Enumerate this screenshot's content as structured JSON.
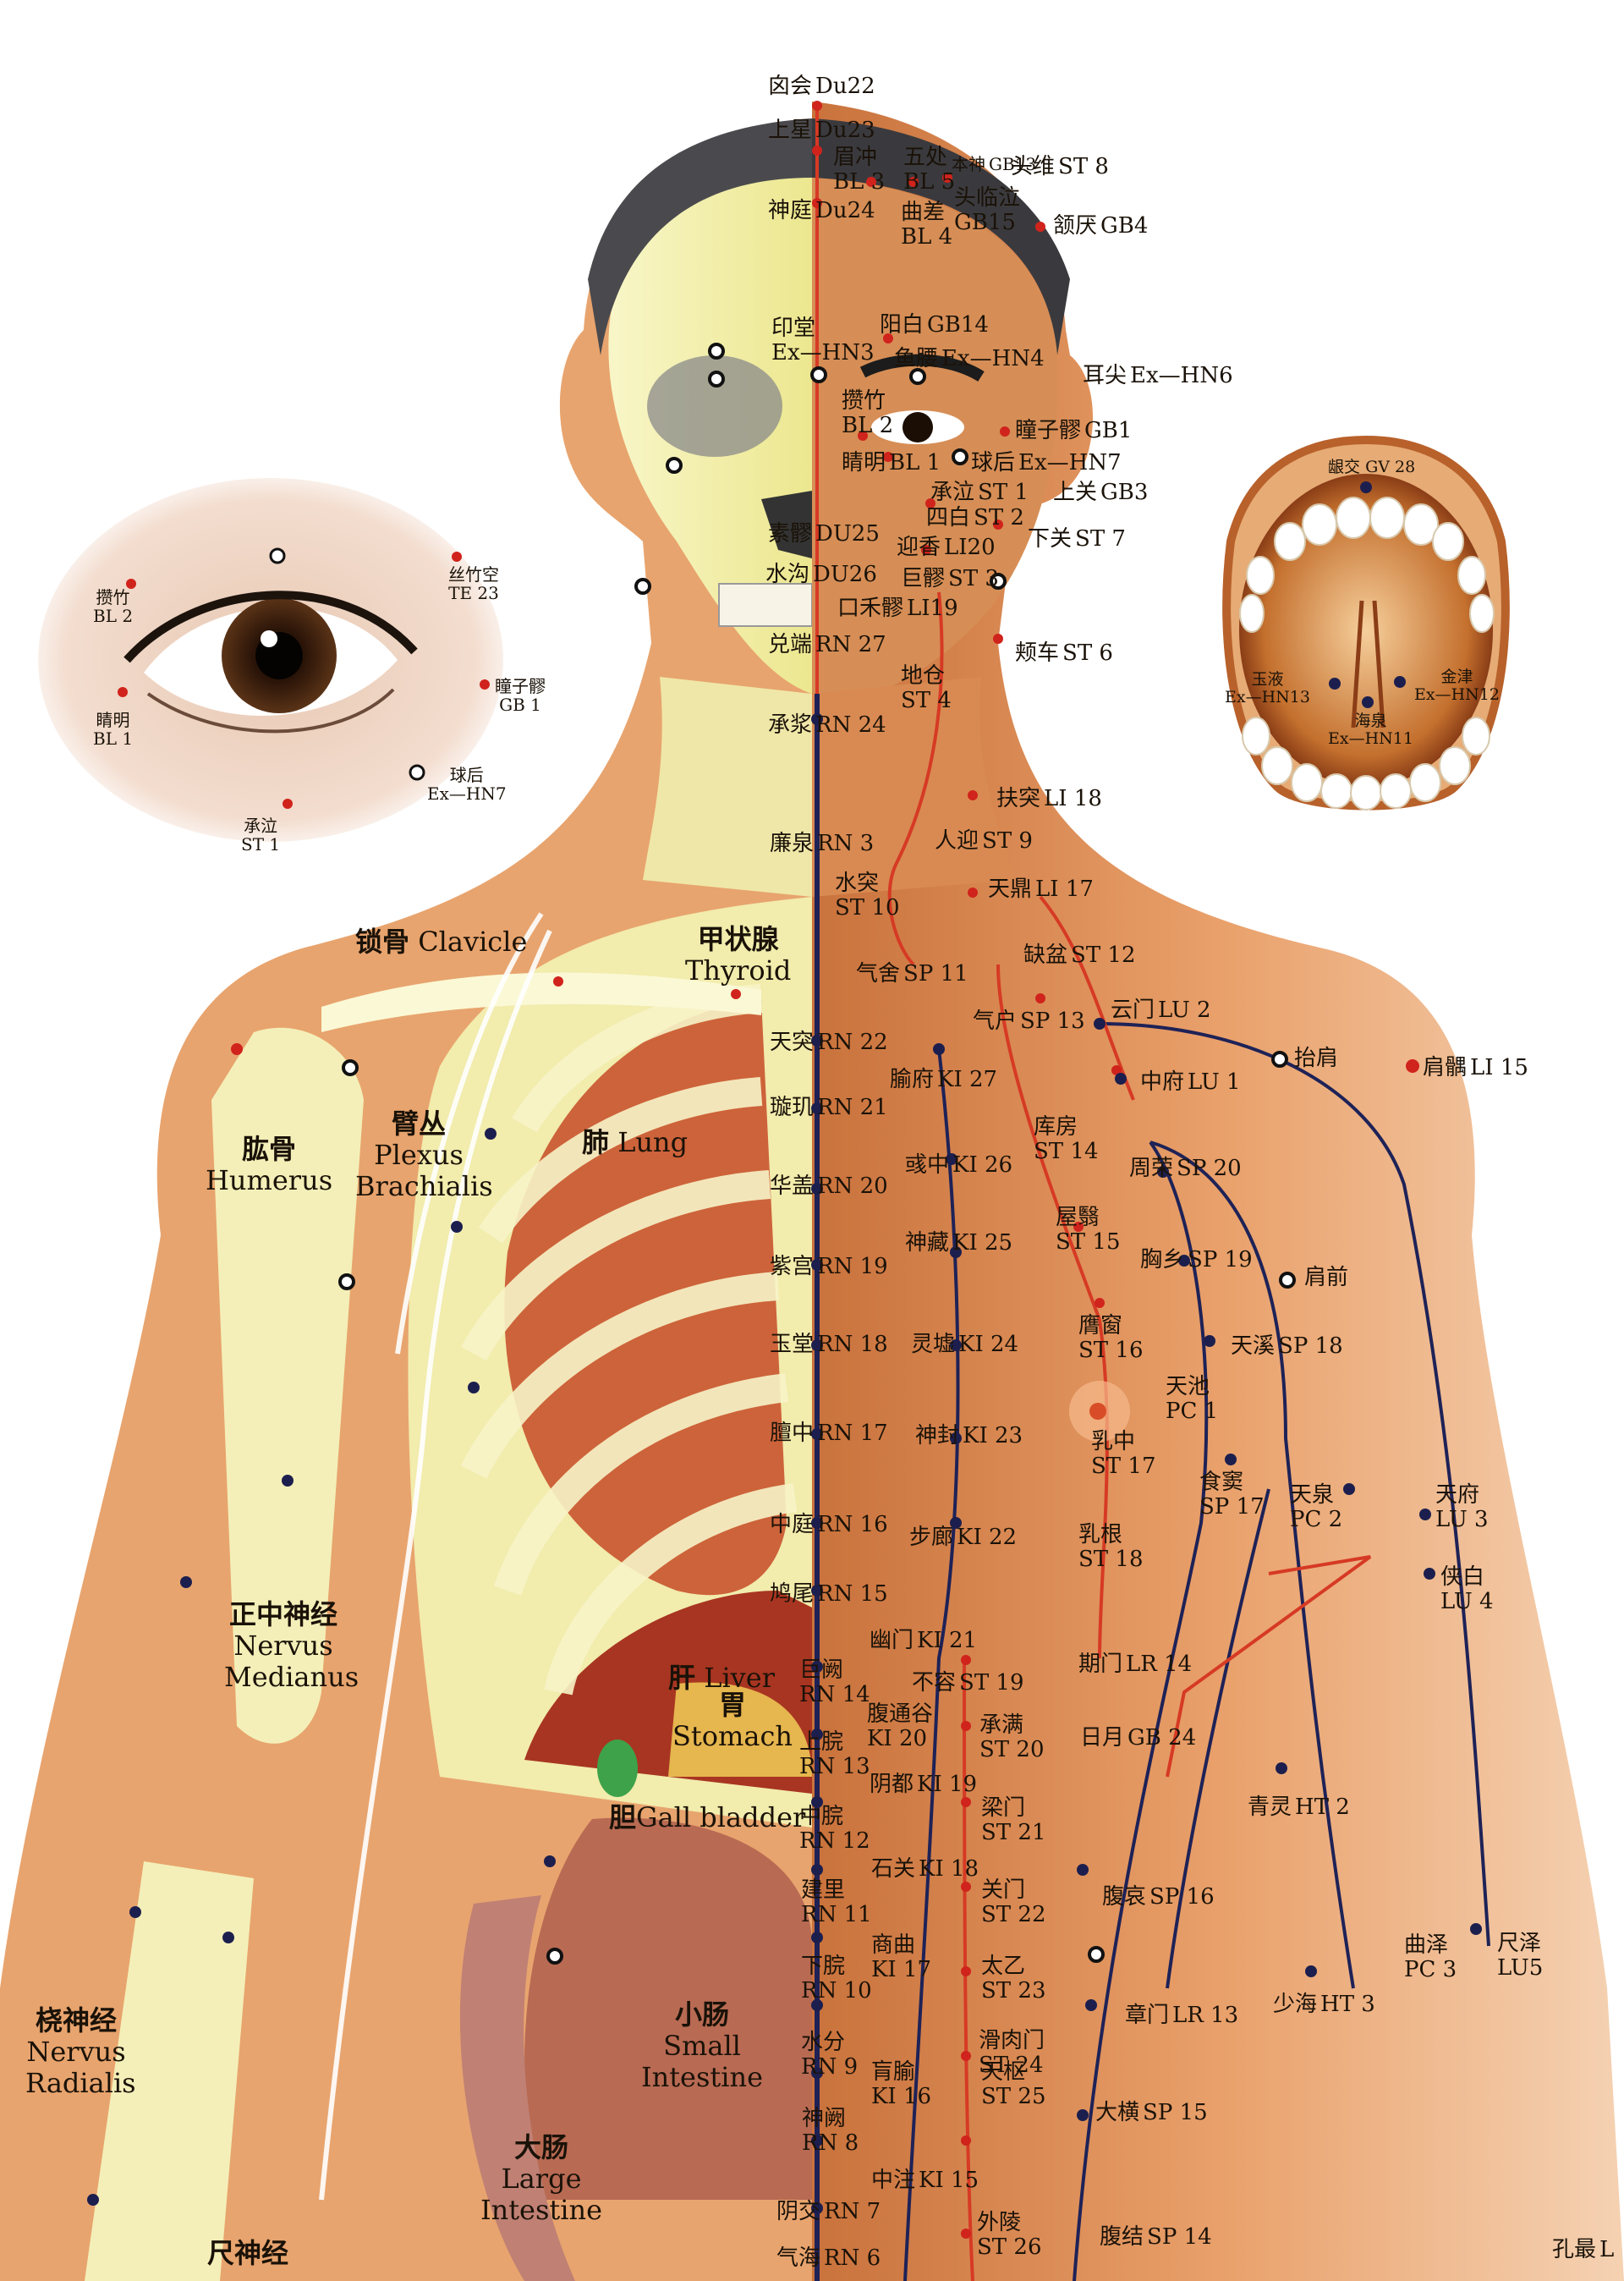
{
  "colors": {
    "skin_dark": "#d4834e",
    "skin_light": "#f2c59f",
    "bone": "#f3efb0",
    "muscle_red": "#c24a2b",
    "point_red": "#d0231c",
    "point_navy": "#1c1f4e",
    "meridian_red": "#d63a24",
    "meridian_navy": "#1e2257",
    "hair": "#3a3a3e",
    "mouth_frame": "#b8612b",
    "background": "#ffffff"
  },
  "head_points": [
    {
      "zh": "囟会",
      "code": "Du22"
    },
    {
      "zh": "上星",
      "code": "Du23"
    },
    {
      "zh": "神庭",
      "code": "Du24"
    },
    {
      "zh": "眉冲",
      "code": "BL 3"
    },
    {
      "zh": "五处",
      "code": "BL 5"
    },
    {
      "zh": "本神",
      "code": "GB13"
    },
    {
      "zh": "头维",
      "code": "ST 8"
    },
    {
      "zh": "曲差",
      "code": "BL 4"
    },
    {
      "zh": "头临泣",
      "code": "GB15"
    },
    {
      "zh": "颔厌",
      "code": "GB4"
    },
    {
      "zh": "阳白",
      "code": "GB14"
    },
    {
      "zh": "印堂",
      "code": "Ex—HN3"
    },
    {
      "zh": "鱼腰",
      "code": "Ex—HN4"
    },
    {
      "zh": "耳尖",
      "code": "Ex—HN6"
    },
    {
      "zh": "攒竹",
      "code": "BL 2"
    },
    {
      "zh": "瞳子髎",
      "code": "GB1"
    },
    {
      "zh": "睛明",
      "code": "BL 1"
    },
    {
      "zh": "球后",
      "code": "Ex—HN7"
    },
    {
      "zh": "承泣",
      "code": "ST 1"
    },
    {
      "zh": "上关",
      "code": "GB3"
    },
    {
      "zh": "四白",
      "code": "ST 2"
    },
    {
      "zh": "素髎",
      "code": "DU25"
    },
    {
      "zh": "迎香",
      "code": "LI20"
    },
    {
      "zh": "下关",
      "code": "ST 7"
    },
    {
      "zh": "水沟",
      "code": "DU26"
    },
    {
      "zh": "巨髎",
      "code": "ST 3"
    },
    {
      "zh": "口禾髎",
      "code": "LI19"
    },
    {
      "zh": "兑端",
      "code": "RN 27"
    },
    {
      "zh": "颊车",
      "code": "ST 6"
    },
    {
      "zh": "地仓",
      "code": "ST 4"
    },
    {
      "zh": "承浆",
      "code": "RN 24"
    }
  ],
  "trunk_points": [
    {
      "zh": "扶突",
      "code": "LI 18"
    },
    {
      "zh": "廉泉",
      "code": "RN 3"
    },
    {
      "zh": "人迎",
      "code": "ST 9"
    },
    {
      "zh": "水突",
      "code": "ST 10"
    },
    {
      "zh": "天鼎",
      "code": "LI 17"
    },
    {
      "zh": "缺盆",
      "code": "ST 12"
    },
    {
      "zh": "气舍",
      "code": "SP 11"
    },
    {
      "zh": "云门",
      "code": "LU 2"
    },
    {
      "zh": "气户",
      "code": "SP 13"
    },
    {
      "zh": "肩髃",
      "code": "LI 15"
    },
    {
      "zh": "抬肩",
      "code": ""
    },
    {
      "zh": "天突",
      "code": "RN 22"
    },
    {
      "zh": "中府",
      "code": "LU 1"
    },
    {
      "zh": "腧府",
      "code": "KI 27"
    },
    {
      "zh": "璇玑",
      "code": "RN 21"
    },
    {
      "zh": "库房",
      "code": "ST 14"
    },
    {
      "zh": "周荣",
      "code": "SP 20"
    },
    {
      "zh": "华盖",
      "code": "RN 20"
    },
    {
      "zh": "彧中",
      "code": "KI 26"
    },
    {
      "zh": "屋翳",
      "code": "ST 15"
    },
    {
      "zh": "神藏",
      "code": "KI 25"
    },
    {
      "zh": "胸乡",
      "code": "SP 19"
    },
    {
      "zh": "肩前",
      "code": ""
    },
    {
      "zh": "紫宫",
      "code": "RN 19"
    },
    {
      "zh": "玉堂",
      "code": "RN 18"
    },
    {
      "zh": "灵墟",
      "code": "KI 24"
    },
    {
      "zh": "膺窗",
      "code": "ST 16"
    },
    {
      "zh": "天溪",
      "code": "SP 18"
    },
    {
      "zh": "天池",
      "code": "PC 1"
    },
    {
      "zh": "膻中",
      "code": "RN 17"
    },
    {
      "zh": "神封",
      "code": "KI 23"
    },
    {
      "zh": "乳中",
      "code": "ST 17"
    },
    {
      "zh": "食窦",
      "code": "SP 17"
    },
    {
      "zh": "天泉",
      "code": "PC 2"
    },
    {
      "zh": "天府",
      "code": "LU 3"
    },
    {
      "zh": "中庭",
      "code": "RN 16"
    },
    {
      "zh": "步廊",
      "code": "KI 22"
    },
    {
      "zh": "乳根",
      "code": "ST 18"
    },
    {
      "zh": "侠白",
      "code": "LU 4"
    },
    {
      "zh": "鸠尾",
      "code": "RN 15"
    },
    {
      "zh": "幽门",
      "code": "KI 21"
    },
    {
      "zh": "期门",
      "code": "LR 14"
    },
    {
      "zh": "巨阙",
      "code": "RN 14"
    },
    {
      "zh": "不容",
      "code": "ST 19"
    },
    {
      "zh": "腹通谷",
      "code": "KI 20"
    },
    {
      "zh": "承满",
      "code": "ST 20"
    },
    {
      "zh": "日月",
      "code": "GB 24"
    },
    {
      "zh": "上脘",
      "code": "RN 13"
    },
    {
      "zh": "阴都",
      "code": "KI 19"
    },
    {
      "zh": "青灵",
      "code": "HT 2"
    },
    {
      "zh": "梁门",
      "code": "ST 21"
    },
    {
      "zh": "中脘",
      "code": "RN 12"
    },
    {
      "zh": "石关",
      "code": "KI 18"
    },
    {
      "zh": "关门",
      "code": "ST 22"
    },
    {
      "zh": "腹哀",
      "code": "SP 16"
    },
    {
      "zh": "建里",
      "code": "RN 11"
    },
    {
      "zh": "商曲",
      "code": "KI 17"
    },
    {
      "zh": "曲泽",
      "code": "PC 3"
    },
    {
      "zh": "尺泽",
      "code": "LU5"
    },
    {
      "zh": "太乙",
      "code": "ST 23"
    },
    {
      "zh": "下脘",
      "code": "RN 10"
    },
    {
      "zh": "章门",
      "code": "LR 13"
    },
    {
      "zh": "少海",
      "code": "HT 3"
    },
    {
      "zh": "滑肉门",
      "code": "ST 24"
    },
    {
      "zh": "水分",
      "code": "RN 9"
    },
    {
      "zh": "肓腧",
      "code": "KI 16"
    },
    {
      "zh": "天枢",
      "code": "ST 25"
    },
    {
      "zh": "大横",
      "code": "SP 15"
    },
    {
      "zh": "神阙",
      "code": "RN 8"
    },
    {
      "zh": "中注",
      "code": "KI 15"
    },
    {
      "zh": "阴交",
      "code": "RN 7"
    },
    {
      "zh": "外陵",
      "code": "ST 26"
    },
    {
      "zh": "腹结",
      "code": "SP 14"
    },
    {
      "zh": "气海",
      "code": "RN 6"
    },
    {
      "zh": "孔最",
      "code": "L"
    }
  ],
  "anatomy_labels": [
    {
      "zh": "锁骨",
      "en": "Clavicle"
    },
    {
      "zh": "甲状腺",
      "en": "Thyroid"
    },
    {
      "zh": "肱骨",
      "en": "Humerus"
    },
    {
      "zh": "臂丛",
      "en": "Plexus Brachialis"
    },
    {
      "zh": "肺",
      "en": "Lung"
    },
    {
      "zh": "正中神经",
      "en": "Nervus Medianus"
    },
    {
      "zh": "肝",
      "en": "Liver"
    },
    {
      "zh": "胃",
      "en": "Stomach"
    },
    {
      "zh": "胆",
      "en": "Gall bladder"
    },
    {
      "zh": "小肠",
      "en": "Small Intestine"
    },
    {
      "zh": "桡神经",
      "en": "Nervus Radialis"
    },
    {
      "zh": "大肠",
      "en": "Large Intestine"
    },
    {
      "zh": "尺神经",
      "en": ""
    }
  ],
  "eye_inset": {
    "labels": [
      {
        "zh": "攒竹",
        "code": "BL 2"
      },
      {
        "zh": "丝竹空",
        "code": "TE 23"
      },
      {
        "zh": "瞳子髎",
        "code": "GB 1"
      },
      {
        "zh": "睛明",
        "code": "BL 1"
      },
      {
        "zh": "球后",
        "code": "Ex—HN7"
      },
      {
        "zh": "承泣",
        "code": "ST 1"
      }
    ]
  },
  "mouth_inset": {
    "labels": [
      {
        "zh": "龈交",
        "code": "GV 28"
      },
      {
        "zh": "玉液",
        "code": "Ex—HN13"
      },
      {
        "zh": "金津",
        "code": "Ex—HN12"
      },
      {
        "zh": "海泉",
        "code": "Ex—HN11"
      }
    ]
  }
}
